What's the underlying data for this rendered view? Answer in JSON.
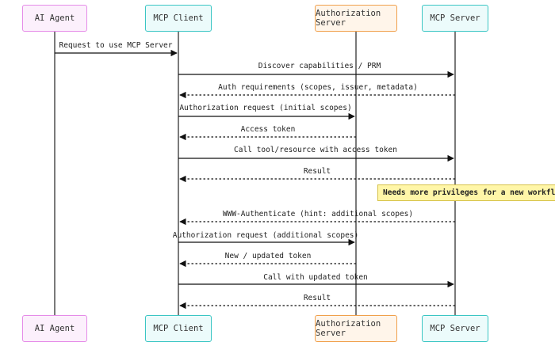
{
  "actors": [
    {
      "id": "agent",
      "label": "AI Agent",
      "border": "#e58be8",
      "fill": "#fcf0fc"
    },
    {
      "id": "client",
      "label": "MCP Client",
      "border": "#3bc6c4",
      "fill": "#ecfbfb"
    },
    {
      "id": "auth",
      "label": "Authorization Server",
      "border": "#f0a04b",
      "fill": "#fff5ea"
    },
    {
      "id": "server",
      "label": "MCP Server",
      "border": "#3bc6c4",
      "fill": "#ecfbfb"
    }
  ],
  "messages": [
    {
      "from": "agent",
      "to": "client",
      "label": "Request to use MCP Server",
      "style": "solid"
    },
    {
      "from": "client",
      "to": "server",
      "label": "Discover capabilities / PRM",
      "style": "solid"
    },
    {
      "from": "server",
      "to": "client",
      "label": "Auth requirements (scopes, issuer, metadata)",
      "style": "dashed"
    },
    {
      "from": "client",
      "to": "auth",
      "label": "Authorization request (initial scopes)",
      "style": "solid"
    },
    {
      "from": "auth",
      "to": "client",
      "label": "Access token",
      "style": "dashed"
    },
    {
      "from": "client",
      "to": "server",
      "label": "Call tool/resource with access token",
      "style": "solid"
    },
    {
      "from": "server",
      "to": "client",
      "label": "Result",
      "style": "dashed"
    },
    {
      "from": "server",
      "to": "client",
      "label": "WWW-Authenticate (hint: additional scopes)",
      "style": "dashed"
    },
    {
      "from": "client",
      "to": "auth",
      "label": "Authorization request (additional scopes)",
      "style": "solid"
    },
    {
      "from": "auth",
      "to": "client",
      "label": "New / updated token",
      "style": "dashed"
    },
    {
      "from": "client",
      "to": "server",
      "label": "Call with updated token",
      "style": "solid"
    },
    {
      "from": "server",
      "to": "client",
      "label": "Result",
      "style": "dashed"
    }
  ],
  "note": {
    "text": "Needs more privileges for a new workflow",
    "fill": "#fff6a8"
  }
}
